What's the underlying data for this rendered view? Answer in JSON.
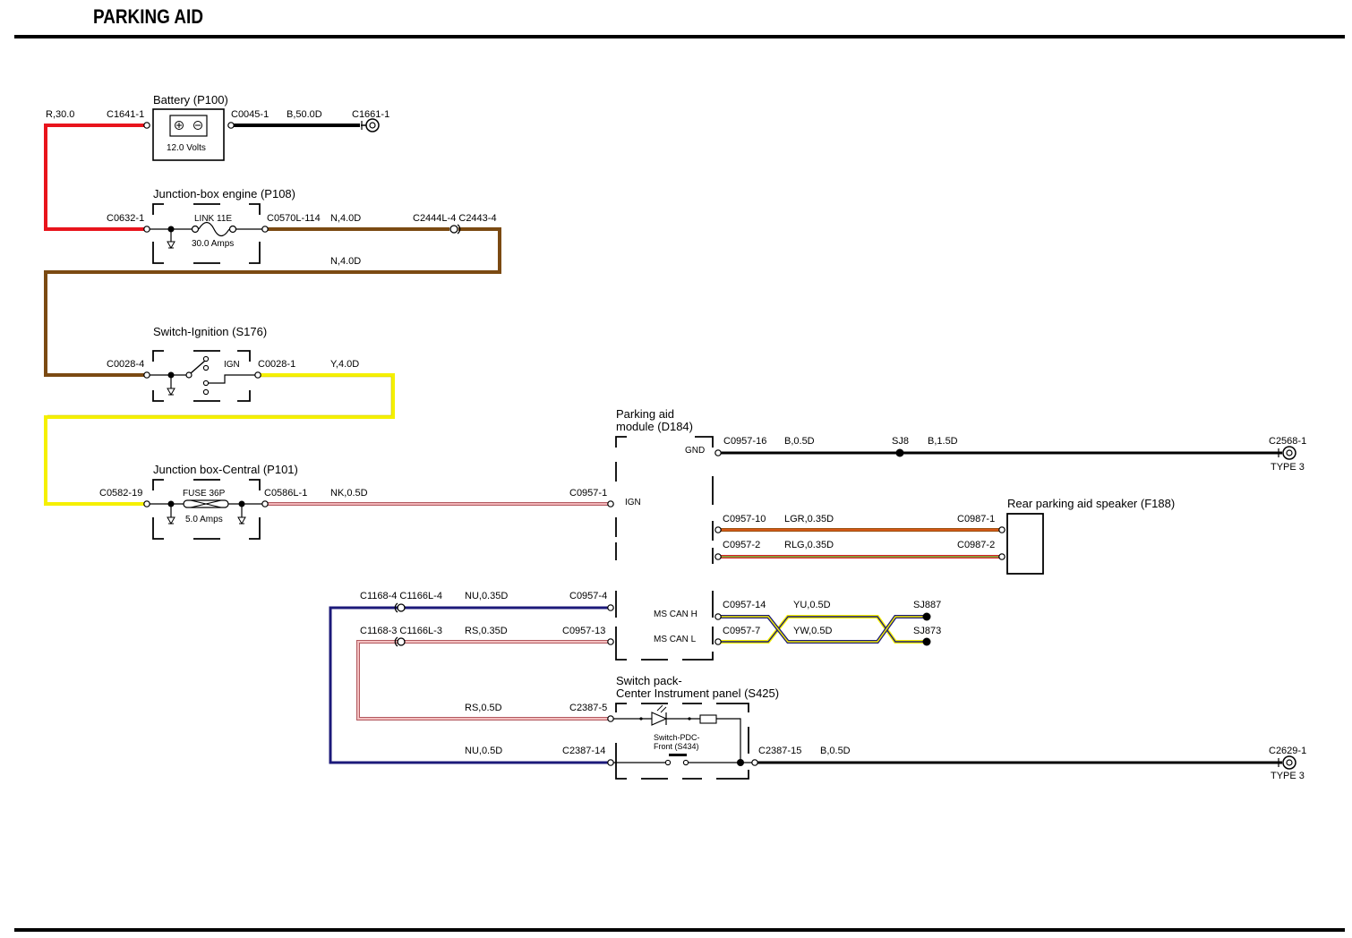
{
  "title": "PARKING AID",
  "colors": {
    "R": "#e8141c",
    "B": "#000000",
    "N": "#7b4a12",
    "Y": "#f5f000",
    "NK": "#e99aa0",
    "NU": "#1c1a7a",
    "RS": "#e58f8f",
    "LGR_1": "#9a5010",
    "LGR_2": "#e85a18",
    "RLG_1": "#d8202a",
    "RLG_2": "#70c040",
    "YU_1": "#1c1a7a",
    "YU_2": "#f5f000"
  },
  "components": {
    "battery": {
      "name": "Battery (P100)",
      "rating": "12.0 Volts"
    },
    "jb_engine": {
      "name": "Junction-box engine (P108)",
      "fuse": "LINK 11E",
      "rating": "30.0 Amps"
    },
    "ignition": {
      "name": "Switch-Ignition (S176)",
      "position": "IGN"
    },
    "jb_central": {
      "name": "Junction box-Central (P101)",
      "fuse": "FUSE 36P",
      "rating": "5.0 Amps"
    },
    "module": {
      "name_l1": "Parking aid",
      "name_l2": "module (D184)",
      "pin_gnd": "GND",
      "pin_ign": "IGN",
      "pin_canh": "MS CAN H",
      "pin_canl": "MS CAN L"
    },
    "speaker": {
      "name": "Rear parking aid speaker (F188)"
    },
    "switch_pack": {
      "name_l1": "Switch pack-",
      "name_l2": "Center Instrument panel (S425)",
      "inner_l1": "Switch-PDC-",
      "inner_l2": "Front (S434)"
    }
  },
  "wires": {
    "w_r30": "R,30.0",
    "w_b50": "B,50.0D",
    "w_n40a": "N,4.0D",
    "w_n40b": "N,4.0D",
    "w_y40": "Y,4.0D",
    "w_nk05": "NK,0.5D",
    "w_b05a": "B,0.5D",
    "w_b15": "B,1.5D",
    "w_lgr": "LGR,0.35D",
    "w_rlg": "RLG,0.35D",
    "w_nu035": "NU,0.35D",
    "w_rs035": "RS,0.35D",
    "w_yu": "YU,0.5D",
    "w_yw": "YW,0.5D",
    "w_rs05": "RS,0.5D",
    "w_nu05": "NU,0.5D",
    "w_b05b": "B,0.5D"
  },
  "connectors": {
    "c1641_1": "C1641-1",
    "c0045_1": "C0045-1",
    "c1661_1": "C1661-1",
    "c0632_1": "C0632-1",
    "c0570l_114": "C0570L-114",
    "c2444l_4": "C2444L-4 C2443-4",
    "c0028_4": "C0028-4",
    "c0028_1": "C0028-1",
    "c0582_19": "C0582-19",
    "c0586l_1": "C0586L-1",
    "c0957_1": "C0957-1",
    "c0957_16": "C0957-16",
    "sj8": "SJ8",
    "c2568_1": "C2568-1",
    "type3_a": "TYPE 3",
    "c0957_10": "C0957-10",
    "c0987_1": "C0987-1",
    "c0957_2": "C0957-2",
    "c0987_2": "C0987-2",
    "c1168_4": "C1168-4 C1166L-4",
    "c0957_4": "C0957-4",
    "c0957_14": "C0957-14",
    "sj887": "SJ887",
    "c1168_3": "C1168-3 C1166L-3",
    "c0957_13": "C0957-13",
    "c0957_7": "C0957-7",
    "sj873": "SJ873",
    "c2387_5": "C2387-5",
    "c2387_14": "C2387-14",
    "c2387_15": "C2387-15",
    "c2629_1": "C2629-1",
    "type3_b": "TYPE 3"
  }
}
